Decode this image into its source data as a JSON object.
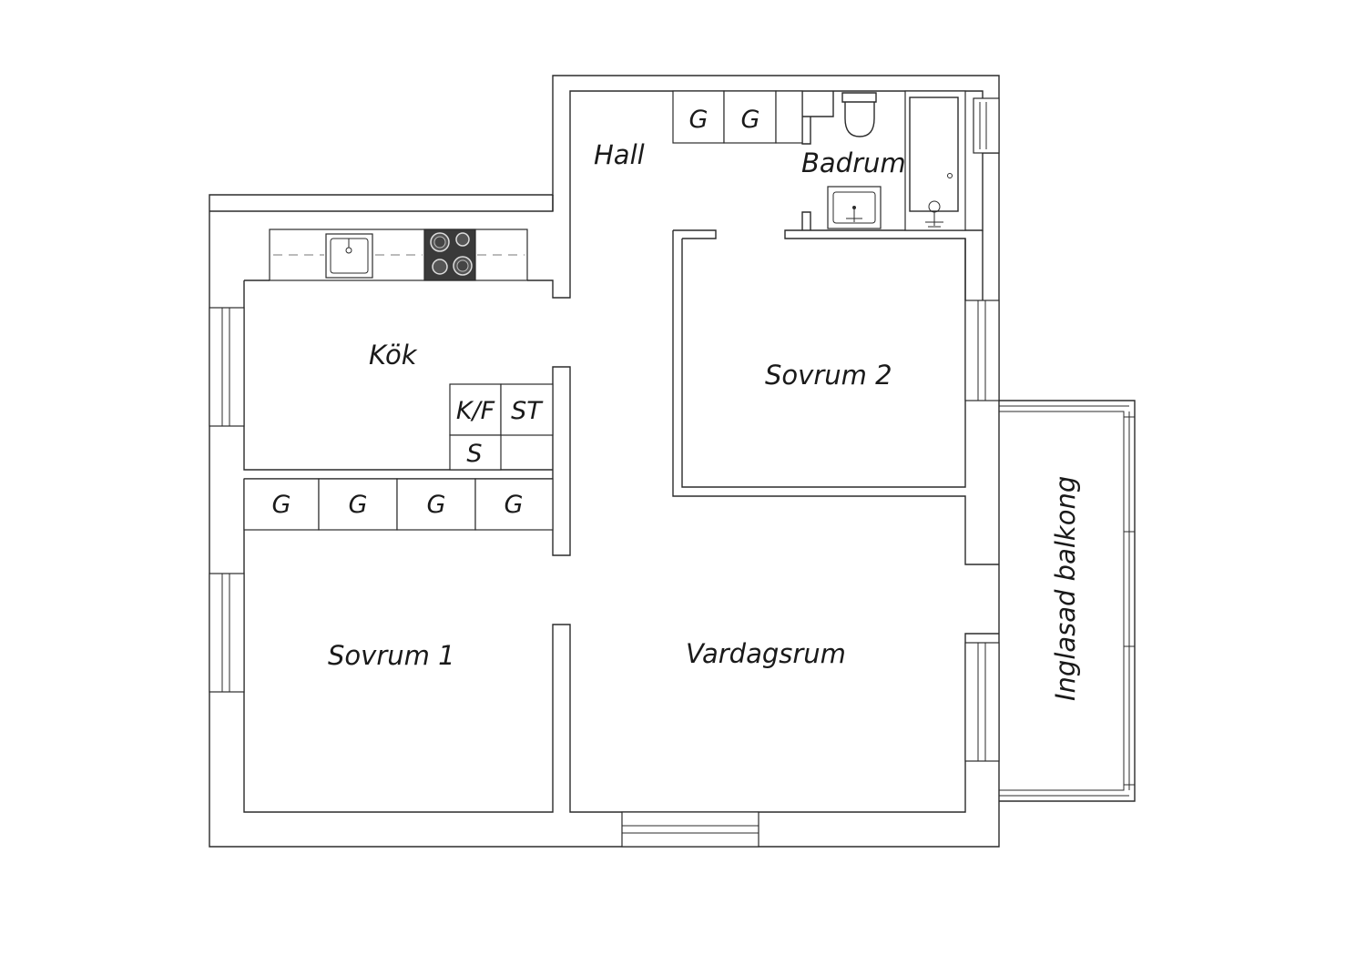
{
  "rooms": {
    "hall": "Hall",
    "badrum": "Badrum",
    "kok": "Kök",
    "sovrum2": "Sovrum 2",
    "sovrum1": "Sovrum 1",
    "vardagsrum": "Vardagsrum",
    "balkong": "Inglasad balkong"
  },
  "cabinets": {
    "hall_wardrobe_1": "G",
    "hall_wardrobe_2": "G",
    "kitchen_fridge_freezer": "K/F",
    "kitchen_cabinet": "ST",
    "kitchen_stove_label": "S",
    "wardrobe_1": "G",
    "wardrobe_2": "G",
    "wardrobe_3": "G",
    "wardrobe_4": "G"
  },
  "colors": {
    "wall_stroke": "#2b2b2b",
    "stove_fill": "#3a3a3a"
  }
}
